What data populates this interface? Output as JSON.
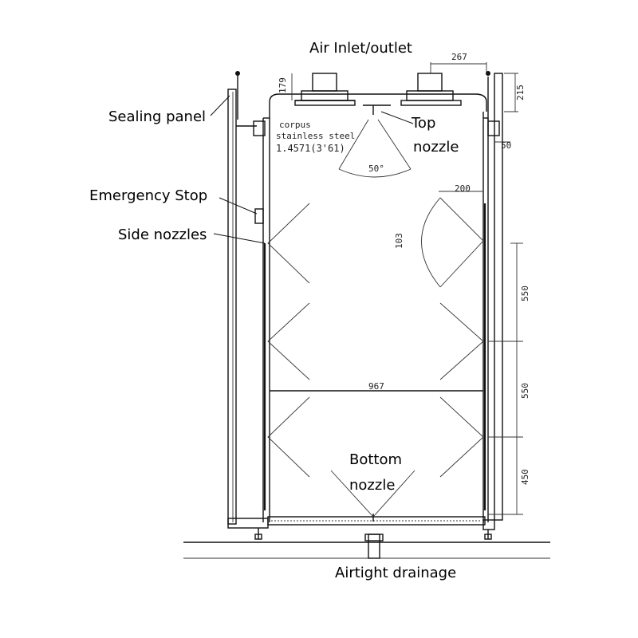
{
  "labels": {
    "air_inlet_outlet": "Air Inlet/outlet",
    "sealing_panel": "Sealing panel",
    "top_nozzle_line1": "Top",
    "top_nozzle_line2": "nozzle",
    "emergency_stop": "Emergency Stop",
    "side_nozzles": "Side nozzles",
    "bottom_nozzle_line1": "Bottom",
    "bottom_nozzle_line2": "nozzle",
    "airtight_drainage": "Airtight drainage"
  },
  "corpus_note": {
    "line1": "corpus",
    "line2": "stainless steel",
    "line3": "1.4571(3'61)"
  },
  "dimensions": {
    "top_right_width": "267",
    "inlet_height": "179",
    "right_bracket_height": "215",
    "right_offset": "50",
    "top_spray_angle": "50°",
    "side_nozzle_spacing_top": "200",
    "side_spray_angle": "103",
    "vertical_1": "550",
    "vertical_2": "550",
    "vertical_3": "450",
    "inner_width": "967"
  }
}
